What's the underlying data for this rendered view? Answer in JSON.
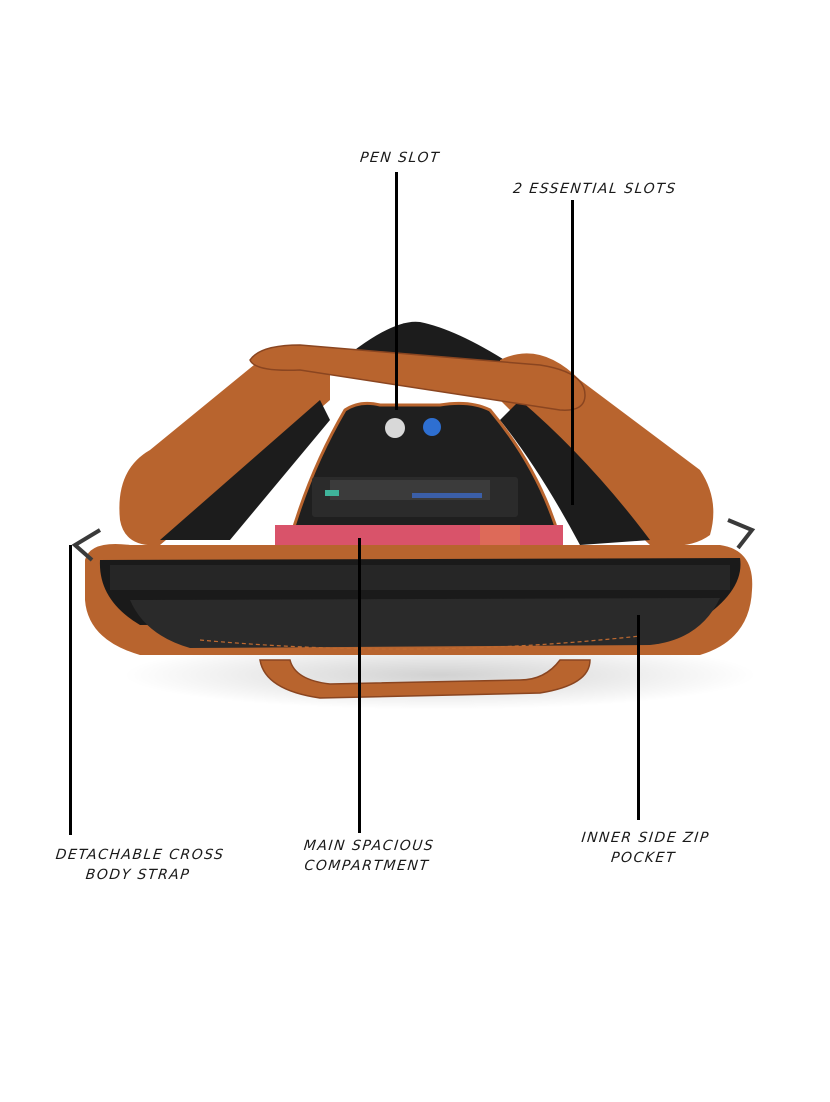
{
  "image": {
    "subject": "Open tan leather laptop messenger bag with annotated features",
    "colors": {
      "background": "#ffffff",
      "leather": "#b8642e",
      "leather_dark": "#8a4520",
      "lining": "#1c1c1c",
      "label_text": "#1a1a1a",
      "leader_line": "#000000",
      "notebook": "#d9536a",
      "calculator": "#2b2b2b",
      "pen_cap": "#2e6fd1"
    }
  },
  "annotations": [
    {
      "id": "pen-slot",
      "lines": [
        "PEN SLOT"
      ]
    },
    {
      "id": "essential-slots",
      "lines": [
        "2 ESSENTIAL SLOTS"
      ]
    },
    {
      "id": "cross-body-strap",
      "lines": [
        "DETACHABLE CROSS",
        "BODY STRAP"
      ]
    },
    {
      "id": "main-compartment",
      "lines": [
        "MAIN SPACIOUS",
        "COMPARTMENT"
      ]
    },
    {
      "id": "inner-zip-pocket",
      "lines": [
        "INNER SIDE ZIP",
        "POCKET"
      ]
    }
  ]
}
